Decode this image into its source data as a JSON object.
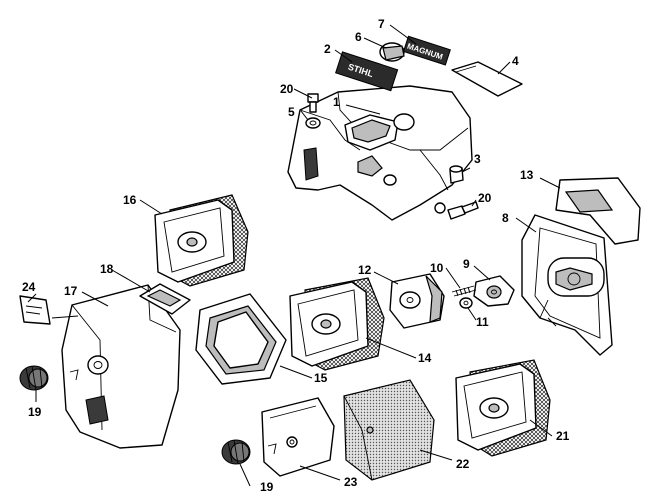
{
  "diagram": {
    "callouts": [
      "1",
      "2",
      "3",
      "4",
      "5",
      "6",
      "7",
      "8",
      "9",
      "10",
      "11",
      "12",
      "13",
      "14",
      "15",
      "16",
      "17",
      "18",
      "19",
      "19",
      "20",
      "20",
      "21",
      "22",
      "23",
      "24"
    ],
    "decal_2_text": "STIHL",
    "decal_7_text": "MAGNUM"
  }
}
